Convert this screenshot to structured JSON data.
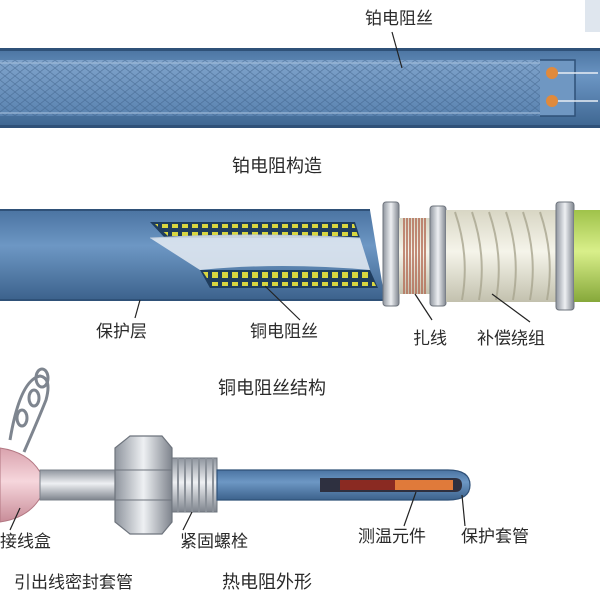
{
  "section1": {
    "caption": "铂电阻构造",
    "labels": {
      "platinum_wire": "铂电阻丝"
    }
  },
  "section2": {
    "caption": "铜电阻丝结构",
    "labels": {
      "protective_layer": "保护层",
      "copper_wire": "铜电阻丝",
      "tie_wire": "扎线",
      "compensation_winding": "补偿绕组"
    }
  },
  "section3": {
    "caption": "热电阻外形",
    "labels": {
      "junction_box": "接线盒",
      "fastening_bolt": "紧固螺栓",
      "sensing_element": "测温元件",
      "protective_sleeve": "保护套管",
      "lead_seal_sleeve": "引出线密封套管"
    }
  },
  "colors": {
    "tube_blue": "#5b86b4",
    "tube_dark": "#3f6690",
    "copper": "#c97a4a",
    "gold_green_dots": "#d8d640",
    "silver": "#c9ced6"
  }
}
